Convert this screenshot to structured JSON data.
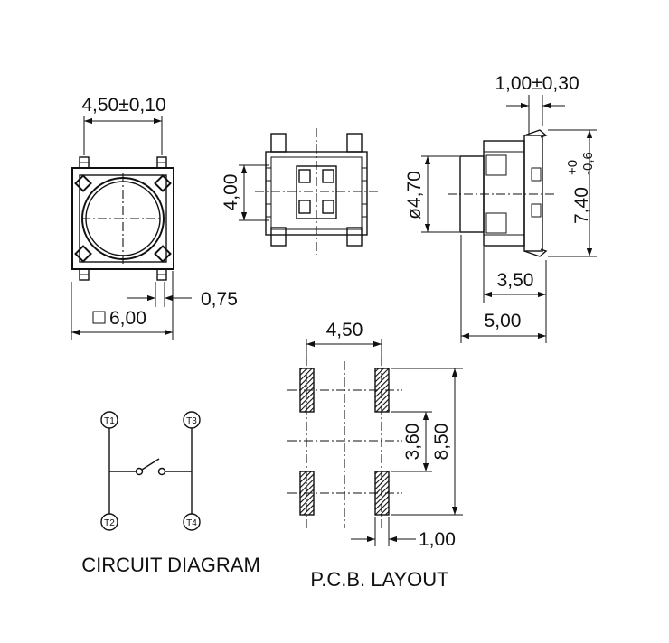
{
  "dimensions": {
    "top_body_width": "4,50±0,10",
    "overall_width": "6,00",
    "terminal_width": "0,75",
    "bottom_pad_spacing": "4,00",
    "knob_diameter": "ø4,70",
    "side_tolerance": "1,00±0,30",
    "overall_height_main": "7,40",
    "overall_height_tol_plus": "+0",
    "overall_height_tol_minus": "-0,6",
    "body_height": "3,50",
    "total_height": "5,00",
    "pcb_pad_pitch_x": "4,50",
    "pcb_pad_pitch_y": "3,60",
    "pcb_pad_span_y": "8,50",
    "pcb_pad_width": "1,00"
  },
  "circuit": {
    "terminals": [
      "T1",
      "T2",
      "T3",
      "T4"
    ]
  },
  "captions": {
    "circuit": "CIRCUIT DIAGRAM",
    "pcb": "P.C.B. LAYOUT"
  }
}
